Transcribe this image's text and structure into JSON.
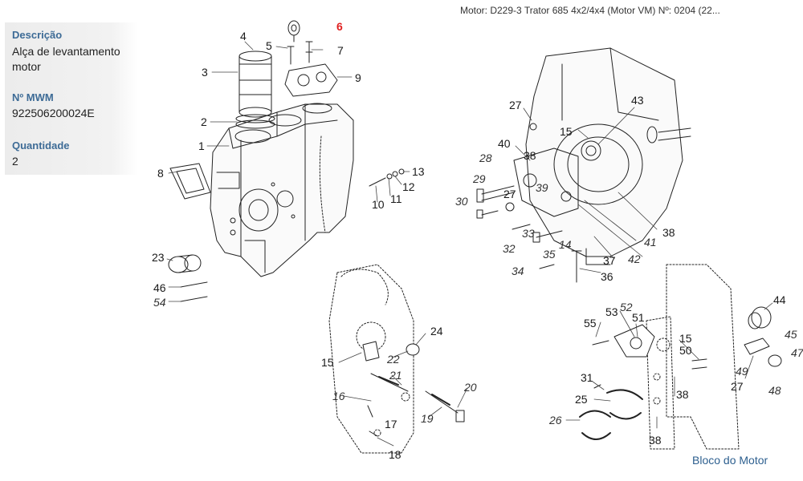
{
  "header": {
    "title": "Motor: D229-3 Trator 685 4x2/4x4 (Motor VM)    Nº: 0204 (22..."
  },
  "info": {
    "description_label": "Descrição",
    "description_line1": "Alça de levantamento",
    "description_line2": "motor",
    "mwm_label": "Nº MWM",
    "mwm_value": "922506200024E",
    "quantity_label": "Quantidade",
    "quantity_value": "2"
  },
  "caption": "Bloco do Motor",
  "colors": {
    "accent": "#3d6b96",
    "highlight": "#e02020",
    "caption": "#2d5f8f"
  },
  "callouts": [
    {
      "id": "c6",
      "text": "6",
      "style": "highlight"
    },
    {
      "id": "c4",
      "text": "4",
      "style": "normal"
    },
    {
      "id": "c5",
      "text": "5",
      "style": "normal"
    },
    {
      "id": "c7",
      "text": "7",
      "style": "normal"
    },
    {
      "id": "c3",
      "text": "3",
      "style": "normal"
    },
    {
      "id": "c9",
      "text": "9",
      "style": "normal"
    },
    {
      "id": "c2",
      "text": "2",
      "style": "normal"
    },
    {
      "id": "c1",
      "text": "1",
      "style": "normal"
    },
    {
      "id": "c8",
      "text": "8",
      "style": "normal"
    },
    {
      "id": "c13",
      "text": "13",
      "style": "normal"
    },
    {
      "id": "c12",
      "text": "12",
      "style": "normal"
    },
    {
      "id": "c11",
      "text": "11",
      "style": "normal"
    },
    {
      "id": "c10",
      "text": "10",
      "style": "normal"
    },
    {
      "id": "c23",
      "text": "23",
      "style": "normal"
    },
    {
      "id": "c46",
      "text": "46",
      "style": "normal"
    },
    {
      "id": "c54",
      "text": "54",
      "style": "italic"
    },
    {
      "id": "c27a",
      "text": "27",
      "style": "normal"
    },
    {
      "id": "c43",
      "text": "43",
      "style": "normal"
    },
    {
      "id": "c15a",
      "text": "15",
      "style": "normal"
    },
    {
      "id": "c40",
      "text": "40",
      "style": "normal"
    },
    {
      "id": "c38a",
      "text": "38",
      "style": "normal"
    },
    {
      "id": "c28",
      "text": "28",
      "style": "italic"
    },
    {
      "id": "c29",
      "text": "29",
      "style": "italic"
    },
    {
      "id": "c39",
      "text": "39",
      "style": "italic"
    },
    {
      "id": "c27b",
      "text": "27",
      "style": "normal"
    },
    {
      "id": "c30",
      "text": "30",
      "style": "italic"
    },
    {
      "id": "c38b",
      "text": "38",
      "style": "normal"
    },
    {
      "id": "c33",
      "text": "33",
      "style": "italic"
    },
    {
      "id": "c41",
      "text": "41",
      "style": "italic"
    },
    {
      "id": "c14",
      "text": "14",
      "style": "italic"
    },
    {
      "id": "c32",
      "text": "32",
      "style": "italic"
    },
    {
      "id": "c35",
      "text": "35",
      "style": "italic"
    },
    {
      "id": "c37",
      "text": "37",
      "style": "normal"
    },
    {
      "id": "c42",
      "text": "42",
      "style": "italic"
    },
    {
      "id": "c34",
      "text": "34",
      "style": "italic"
    },
    {
      "id": "c36",
      "text": "36",
      "style": "normal"
    },
    {
      "id": "c24",
      "text": "24",
      "style": "normal"
    },
    {
      "id": "c15b",
      "text": "15",
      "style": "normal"
    },
    {
      "id": "c22",
      "text": "22",
      "style": "italic"
    },
    {
      "id": "c21",
      "text": "21",
      "style": "italic"
    },
    {
      "id": "c20",
      "text": "20",
      "style": "italic"
    },
    {
      "id": "c16",
      "text": "16",
      "style": "italic"
    },
    {
      "id": "c19",
      "text": "19",
      "style": "italic"
    },
    {
      "id": "c17",
      "text": "17",
      "style": "normal"
    },
    {
      "id": "c18",
      "text": "18",
      "style": "normal"
    },
    {
      "id": "c44",
      "text": "44",
      "style": "normal"
    },
    {
      "id": "c55",
      "text": "55",
      "style": "normal"
    },
    {
      "id": "c53",
      "text": "53",
      "style": "normal"
    },
    {
      "id": "c52",
      "text": "52",
      "style": "italic"
    },
    {
      "id": "c51",
      "text": "51",
      "style": "normal"
    },
    {
      "id": "c15c",
      "text": "15",
      "style": "normal"
    },
    {
      "id": "c50",
      "text": "50",
      "style": "normal"
    },
    {
      "id": "c45",
      "text": "45",
      "style": "italic"
    },
    {
      "id": "c47",
      "text": "47",
      "style": "italic"
    },
    {
      "id": "c49",
      "text": "49",
      "style": "italic"
    },
    {
      "id": "c27c",
      "text": "27",
      "style": "normal"
    },
    {
      "id": "c48",
      "text": "48",
      "style": "italic"
    },
    {
      "id": "c31",
      "text": "31",
      "style": "normal"
    },
    {
      "id": "c25",
      "text": "25",
      "style": "normal"
    },
    {
      "id": "c38c",
      "text": "38",
      "style": "normal"
    },
    {
      "id": "c26",
      "text": "26",
      "style": "italic"
    },
    {
      "id": "c38d",
      "text": "38",
      "style": "normal"
    }
  ]
}
